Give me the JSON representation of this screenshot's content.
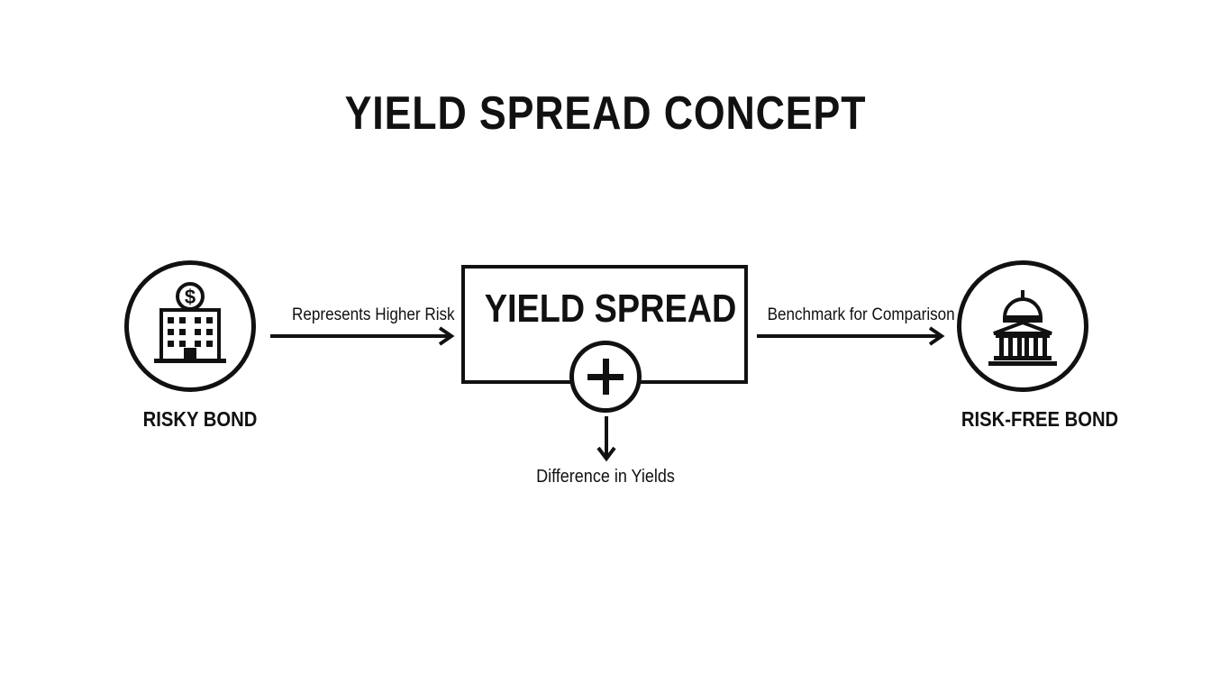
{
  "title": "YIELD SPREAD CONCEPT",
  "center": {
    "label": "YIELD SPREAD",
    "icon": "plus-icon",
    "output_label": "Difference in Yields"
  },
  "left_node": {
    "label": "RISKY BOND",
    "icon": "office-building-dollar-icon",
    "edge_label": "Represents Higher Risk"
  },
  "right_node": {
    "label": "RISK-FREE BOND",
    "icon": "government-building-icon",
    "edge_label": "Benchmark for Comparison"
  },
  "colors": {
    "ink": "#111111",
    "background": "#ffffff"
  }
}
